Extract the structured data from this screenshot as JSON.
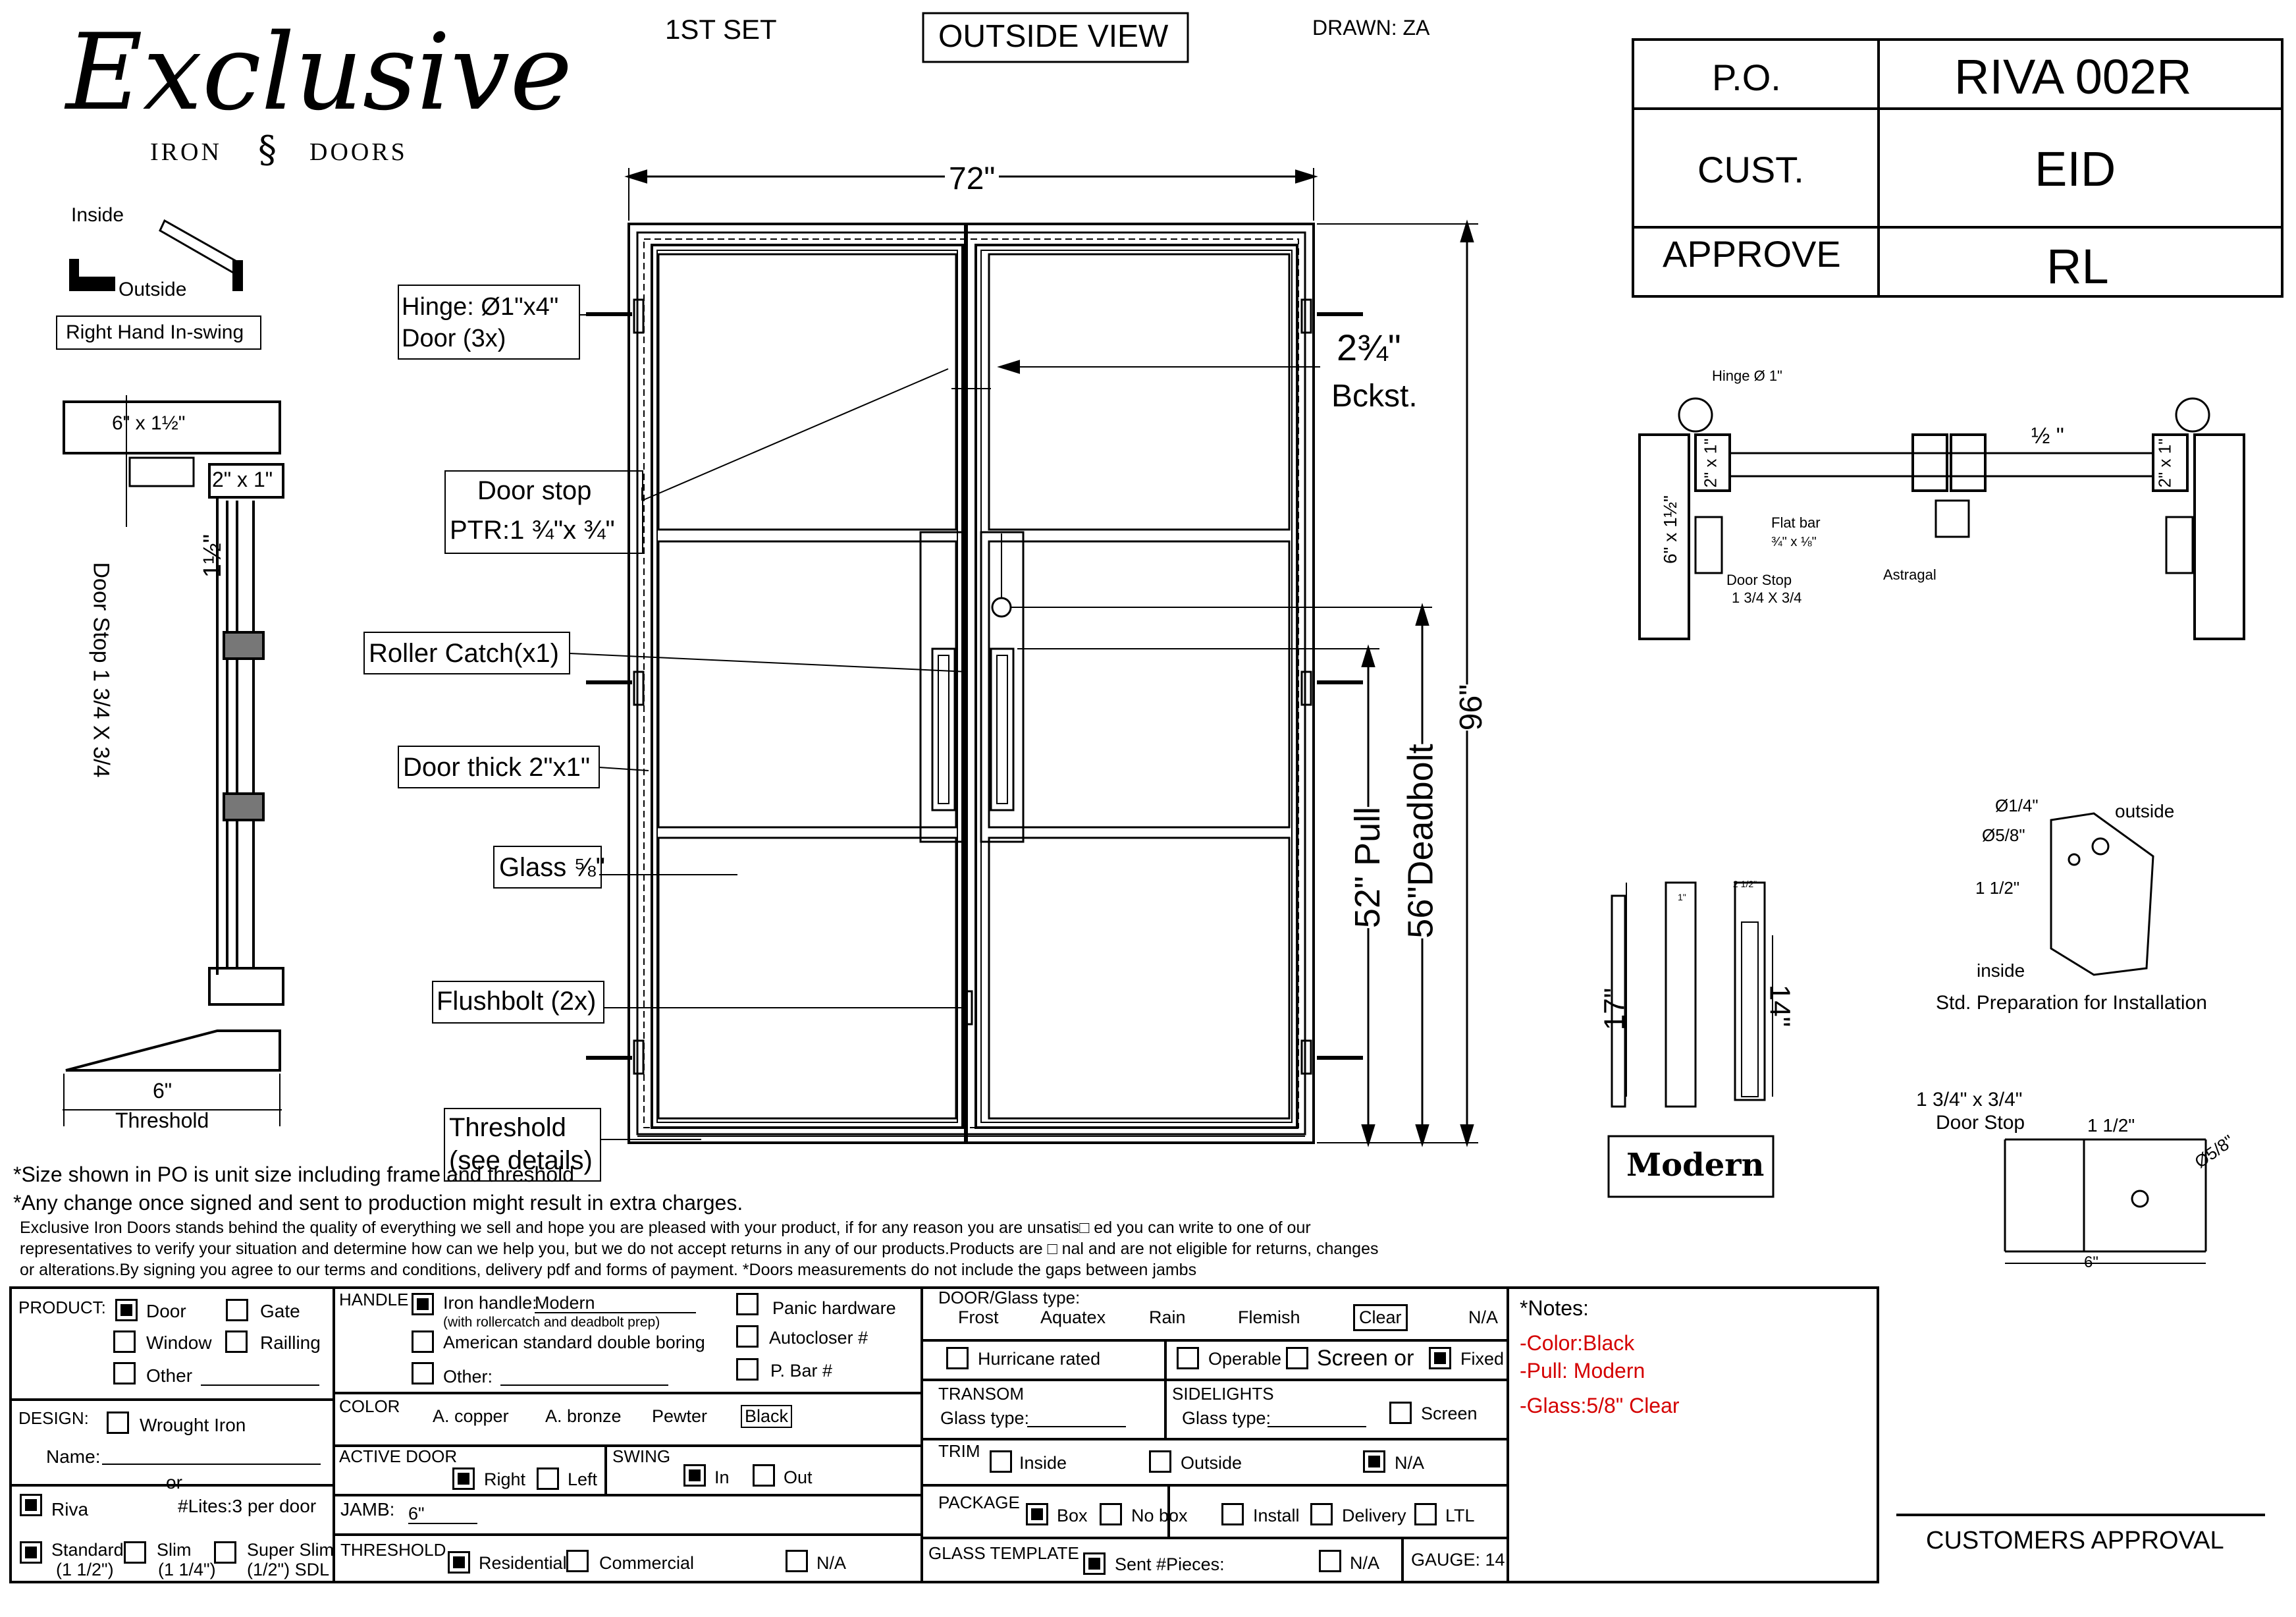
{
  "header": {
    "set": "1ST SET",
    "view": "OUTSIDE VIEW",
    "drawn": "DRAWN: ZA"
  },
  "logo": {
    "script": "Exclusive",
    "sub_left": "IRON",
    "sub_right": "DOORS"
  },
  "po_table": {
    "rows": [
      {
        "label": "P.O.",
        "value": "RIVA 002R"
      },
      {
        "label": "CUST.",
        "value": "EID"
      },
      {
        "label": "APPROVE",
        "value": "RL"
      }
    ]
  },
  "swing_diagram": {
    "inside": "Inside",
    "outside": "Outside",
    "label": "Right Hand In-swing"
  },
  "section": {
    "top": "6\" x 1½\"",
    "frame": "2\" x 1\"",
    "bar": "1½\"",
    "door_stop": "Door Stop 1 3/4 X 3/4",
    "threshold_w": "6\"",
    "threshold": "Threshold"
  },
  "callouts": {
    "hinge": "Hinge: Ø1\"x4\"",
    "hinge2": "Door (3x)",
    "door_stop": "Door stop",
    "ptr": "PTR:1 ¾\"x ¾\"",
    "roller": "Roller Catch(x1)",
    "thick": "Door thick 2\"x1\"",
    "glass": "Glass ⅝\"",
    "flush": "Flushbolt (2x)",
    "threshold": "Threshold",
    "threshold2": "(see details)"
  },
  "dims": {
    "width": "72\"",
    "height": "96\"",
    "pull": "52\" Pull",
    "deadbolt": "56\"Deadbolt",
    "backset": "2¾\"",
    "backset2": "Bckst."
  },
  "plan": {
    "hinge": "Hinge Ø 1\"",
    "half": "½ \"",
    "frame_l": "2\" x 1\"",
    "frame_r": "2\" x 1\"",
    "jamb": "6\" x 1½\"",
    "flatbar": "Flat bar",
    "flatbar2": "¾\" x ⅛\"",
    "doorstop": "Door Stop",
    "doorstop2": "1 3/4 X 3/4",
    "astragal": "Astragal"
  },
  "handle_detail": {
    "h17": "17\"",
    "h14": "14\"",
    "small1": "1\"",
    "small2": "2 1/2\"",
    "name": "Modern"
  },
  "prep": {
    "d1": "Ø1/4\"",
    "d2": "Ø5/8\"",
    "d3": "1 1/2\"",
    "outside": "outside",
    "inside": "inside",
    "caption": "Std. Preparation for Installation"
  },
  "stop_detail": {
    "l1": "1 3/4\" x 3/4\"",
    "l2": "Door Stop",
    "l3": "1 1/2\"",
    "l4": "Ø5/8\"",
    "l5": "6\""
  },
  "notes_text": {
    "n1": "*Size shown in PO is unit size including frame and threshold",
    "n2": "*Any change once signed and sent to production might result in extra charges.",
    "p1": "Exclusive Iron Doors stands behind the quality of everything we sell and hope you are pleased with your product, if for any reason you are unsatis□ ed you can write to one of our",
    "p2": "representatives to verify your situation and determine how can we help you, but we do not accept returns in any of our products.Products are □ nal and are not eligible for returns, changes",
    "p3": "or alterations.By signing you agree to our terms and conditions, delivery pdf and forms of payment. *Doors measurements do not include the gaps between jambs"
  },
  "form": {
    "product": "PRODUCT:",
    "door": "Door",
    "gate": "Gate",
    "window": "Window",
    "railing": "Railling",
    "other": "Other",
    "design": "DESIGN:",
    "wrought": "Wrought Iron",
    "name": "Name:",
    "or": "or",
    "riva": "Riva",
    "lites": "#Lites:3 per door",
    "standard": "Standard",
    "standard2": "(1 1/2\")",
    "slim": "Slim",
    "slim2": "(1 1/4\")",
    "superslim": "Super Slim",
    "superslim2": "(1/2\") SDL",
    "handle": "HANDLE",
    "iron_handle": "Iron handle:",
    "modern": "Modern",
    "handle_note": "(with rollercatch and deadbolt prep)",
    "american": "American standard double boring",
    "other2": "Other:",
    "panic": "Panic hardware",
    "autocloser": "Autocloser #",
    "pbar": "P. Bar #",
    "color": "COLOR",
    "copper": "A. copper",
    "bronze": "A. bronze",
    "pewter": "Pewter",
    "black": "Black",
    "active": "ACTIVE DOOR",
    "right": "Right",
    "left": "Left",
    "swing": "SWING",
    "in": "In",
    "out": "Out",
    "jamb": "JAMB:",
    "jamb_v": "6\"",
    "threshold": "THRESHOLD",
    "residential": "Residential",
    "commercial": "Commercial",
    "na": "N/A",
    "doorglass": "DOOR/Glass type:",
    "frost": "Frost",
    "aquatex": "Aquatex",
    "rain": "Rain",
    "flemish": "Flemish",
    "clear": "Clear",
    "na2": "N/A",
    "hurricane": "Hurricane rated",
    "operable": "Operable",
    "screen_or": "Screen or",
    "fixed": "Fixed",
    "transom": "TRANSOM",
    "glass_type": "Glass type:",
    "sidelights": "SIDELIGHTS",
    "glass_type2": "Glass type:",
    "screen": "Screen",
    "trim": "TRIM",
    "inside": "Inside",
    "outside": "Outside",
    "na3": "N/A",
    "package": "PACKAGE",
    "box": "Box",
    "nobox": "No box",
    "install": "Install",
    "delivery": "Delivery",
    "ltl": "LTL",
    "template": "GLASS TEMPLATE",
    "sent": "Sent #Pieces:",
    "na4": "N/A",
    "gauge": "GAUGE: 14",
    "notes": "*Notes:",
    "color_note": "-Color:Black",
    "pull_note": "-Pull: Modern",
    "glass_note": "-Glass:5/8\" Clear",
    "approval": "CUSTOMERS APPROVAL"
  }
}
